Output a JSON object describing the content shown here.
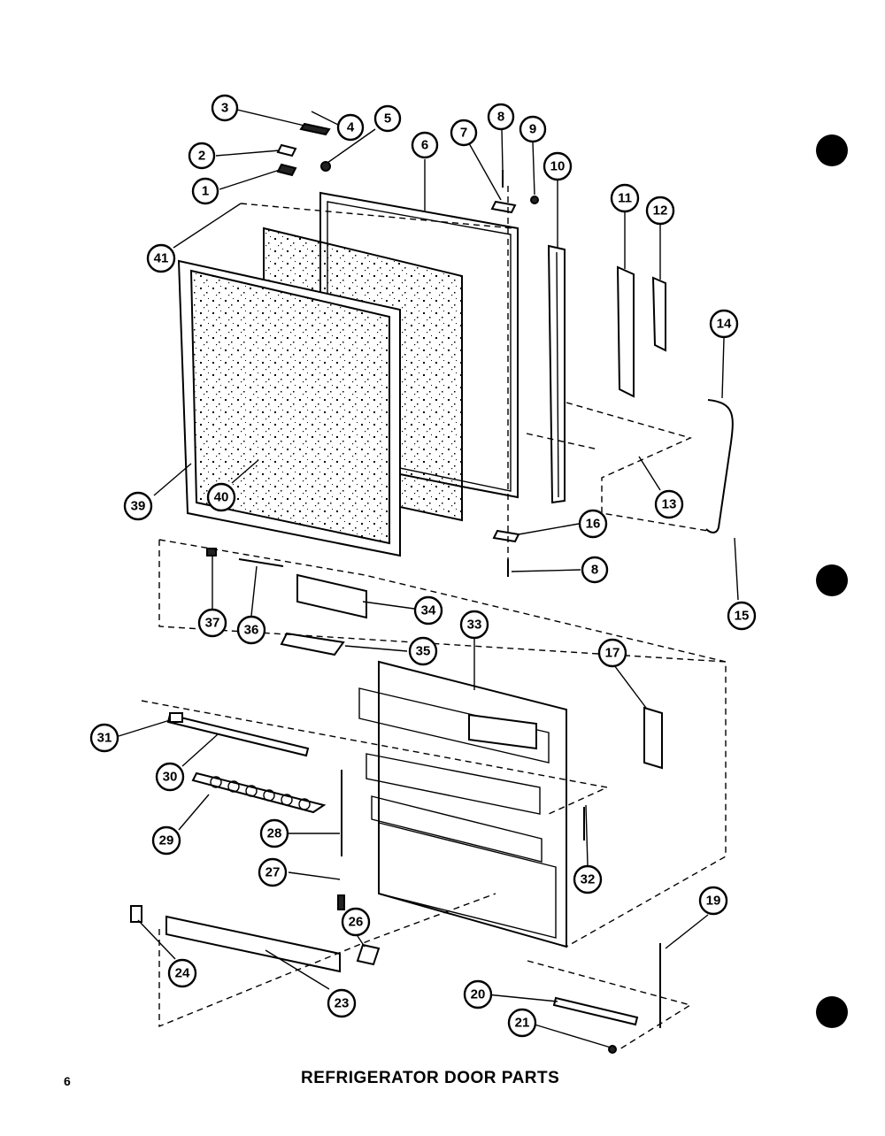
{
  "title": "REFRIGERATOR DOOR PARTS",
  "page_number": "6",
  "callouts": [
    {
      "id": "c1",
      "label": "1"
    },
    {
      "id": "c2",
      "label": "2"
    },
    {
      "id": "c3",
      "label": "3"
    },
    {
      "id": "c4",
      "label": "4"
    },
    {
      "id": "c5",
      "label": "5"
    },
    {
      "id": "c6",
      "label": "6"
    },
    {
      "id": "c7",
      "label": "7"
    },
    {
      "id": "c8a",
      "label": "8"
    },
    {
      "id": "c9",
      "label": "9"
    },
    {
      "id": "c10",
      "label": "10"
    },
    {
      "id": "c11",
      "label": "11"
    },
    {
      "id": "c12",
      "label": "12"
    },
    {
      "id": "c13",
      "label": "13"
    },
    {
      "id": "c14",
      "label": "14"
    },
    {
      "id": "c15",
      "label": "15"
    },
    {
      "id": "c16",
      "label": "16"
    },
    {
      "id": "c8b",
      "label": "8"
    },
    {
      "id": "c17",
      "label": "17"
    },
    {
      "id": "c19",
      "label": "19"
    },
    {
      "id": "c20",
      "label": "20"
    },
    {
      "id": "c21",
      "label": "21"
    },
    {
      "id": "c23",
      "label": "23"
    },
    {
      "id": "c24",
      "label": "24"
    },
    {
      "id": "c26",
      "label": "26"
    },
    {
      "id": "c27",
      "label": "27"
    },
    {
      "id": "c28",
      "label": "28"
    },
    {
      "id": "c29",
      "label": "29"
    },
    {
      "id": "c30",
      "label": "30"
    },
    {
      "id": "c31",
      "label": "31"
    },
    {
      "id": "c32",
      "label": "32"
    },
    {
      "id": "c33",
      "label": "33"
    },
    {
      "id": "c34",
      "label": "34"
    },
    {
      "id": "c35",
      "label": "35"
    },
    {
      "id": "c36",
      "label": "36"
    },
    {
      "id": "c37",
      "label": "37"
    },
    {
      "id": "c39",
      "label": "39"
    },
    {
      "id": "c40",
      "label": "40"
    },
    {
      "id": "c41",
      "label": "41"
    }
  ]
}
